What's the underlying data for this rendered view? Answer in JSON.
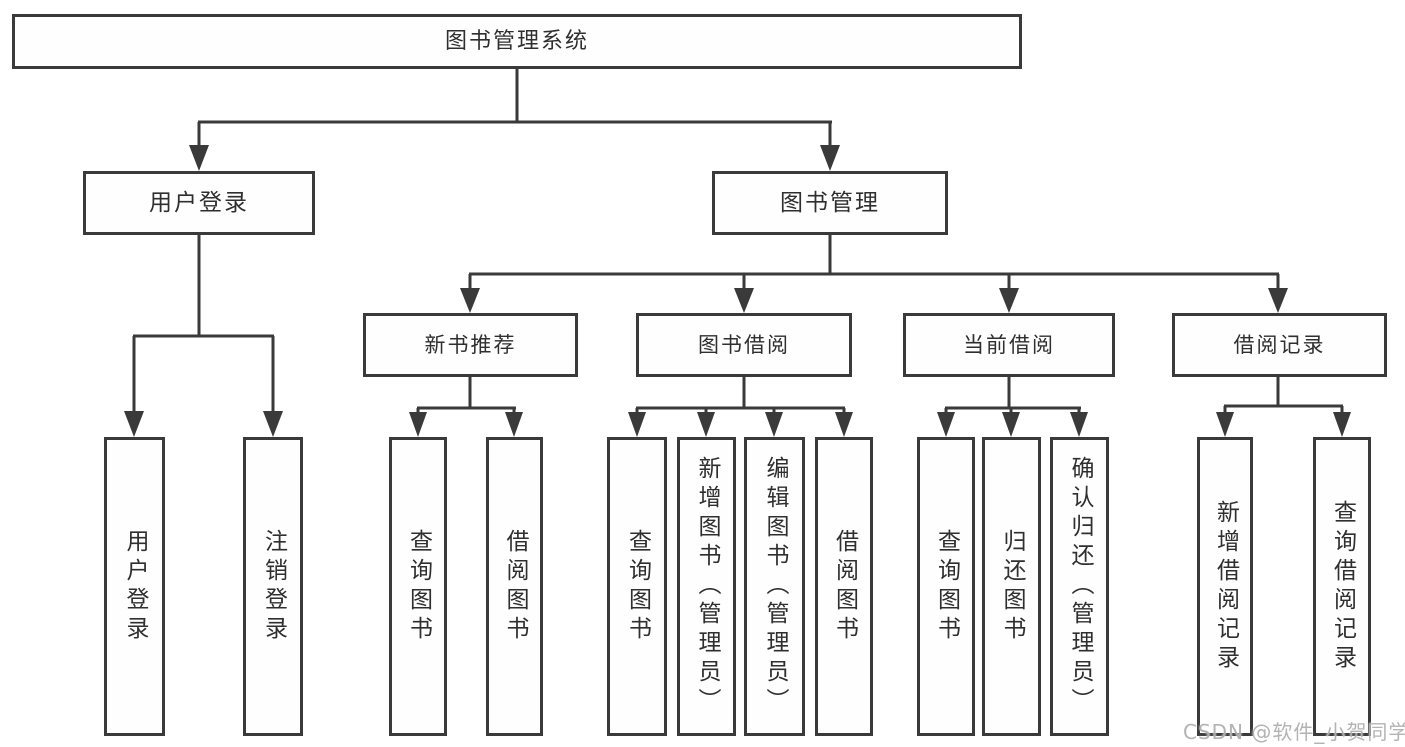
{
  "diagram": {
    "root": {
      "label": "图书管理系统"
    },
    "user_login": {
      "label": "用户登录",
      "children": {
        "login": {
          "label": "用户登录"
        },
        "logout": {
          "label": "注销登录"
        }
      }
    },
    "book_mgmt": {
      "label": "图书管理",
      "children": {
        "new_book_rec": {
          "label": "新书推荐",
          "children": {
            "query_books": {
              "label": "查询图书"
            },
            "borrow_books": {
              "label": "借阅图书"
            }
          }
        },
        "book_borrow": {
          "label": "图书借阅",
          "children": {
            "query_books": {
              "label": "查询图书"
            },
            "add_books": {
              "label": "新增图书（管理员）"
            },
            "edit_books": {
              "label": "编辑图书（管理员）"
            },
            "borrow_books": {
              "label": "借阅图书"
            }
          }
        },
        "current_borrow": {
          "label": "当前借阅",
          "children": {
            "query_books": {
              "label": "查询图书"
            },
            "return_books": {
              "label": "归还图书"
            },
            "confirm_return": {
              "label": "确认归还（管理员）"
            }
          }
        },
        "borrow_records": {
          "label": "借阅记录",
          "children": {
            "add_record": {
              "label": "新增借阅记录"
            },
            "query_record": {
              "label": "查询借阅记录"
            }
          }
        }
      }
    }
  },
  "watermark": {
    "text": "CSDN @软件_小贺同学"
  },
  "colors": {
    "line": "#3a3a3a",
    "text": "#2f2f2f",
    "box_background": "#fefefe",
    "page_background": "#ffffff",
    "watermark": "#acacac"
  }
}
